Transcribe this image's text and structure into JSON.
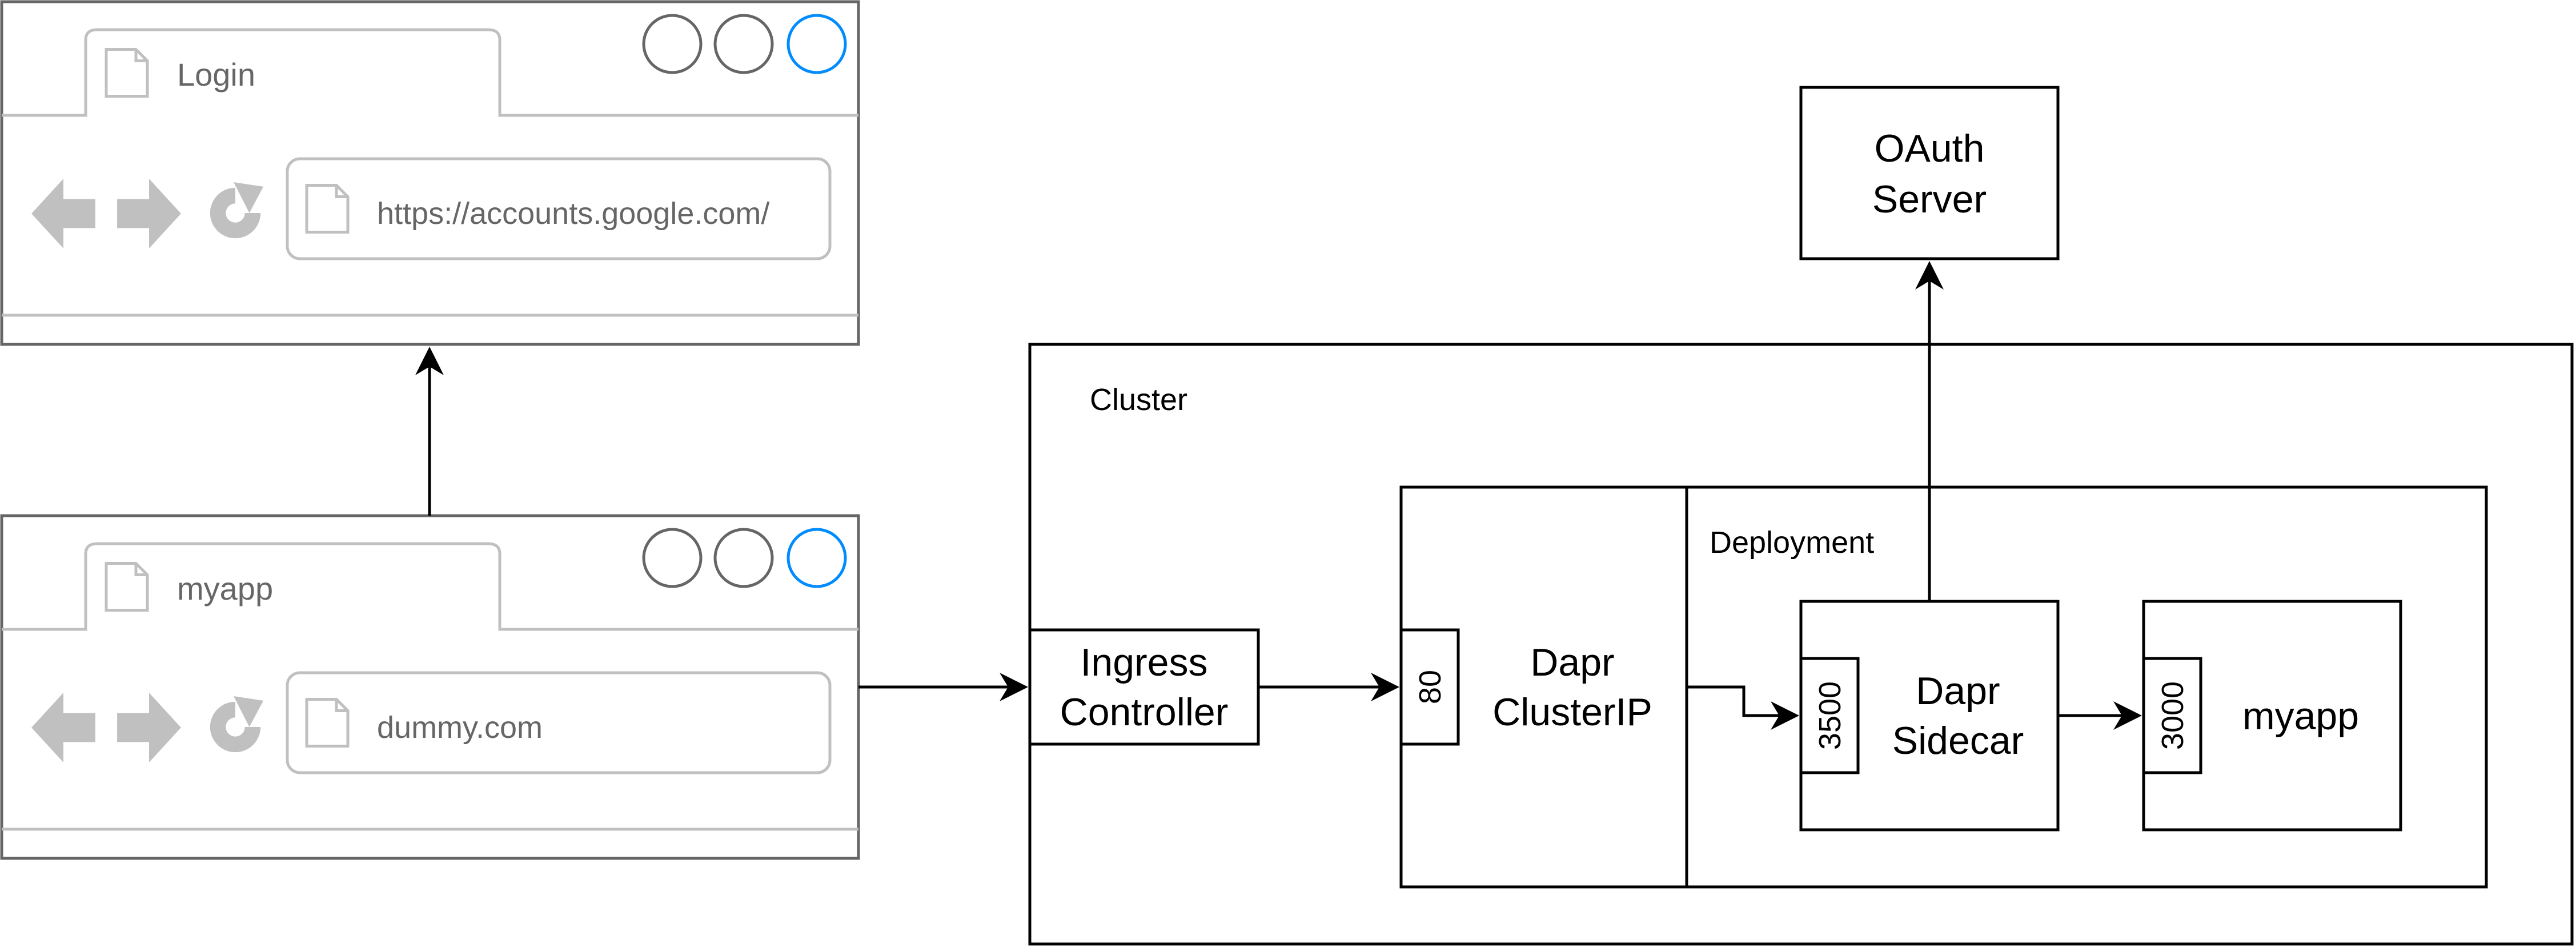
{
  "colors": {
    "stroke": "#000000",
    "browser_frame": "#666666",
    "browser_chrome": "#c0c0c0",
    "browser_text": "#666666",
    "accent_circle": "#008cff",
    "background": "#ffffff"
  },
  "browsers": {
    "login": {
      "tab_label": "Login",
      "url": "https://accounts.google.com/"
    },
    "myapp": {
      "tab_label": "myapp",
      "url": "dummy.com"
    }
  },
  "cluster": {
    "label": "Cluster"
  },
  "ingress": {
    "line1": "Ingress",
    "line2": "Controller"
  },
  "dapr_clusterip": {
    "line1": "Dapr",
    "line2": "ClusterIP",
    "port": "80"
  },
  "deployment": {
    "label": "Deployment"
  },
  "dapr_sidecar": {
    "line1": "Dapr",
    "line2": "Sidecar",
    "port": "3500"
  },
  "myapp_service": {
    "label": "myapp",
    "port": "3000"
  },
  "oauth": {
    "line1": "OAuth",
    "line2": "Server"
  },
  "icons": [
    "page-icon",
    "back-arrow-icon",
    "forward-arrow-icon",
    "reload-icon",
    "window-control-circle"
  ]
}
